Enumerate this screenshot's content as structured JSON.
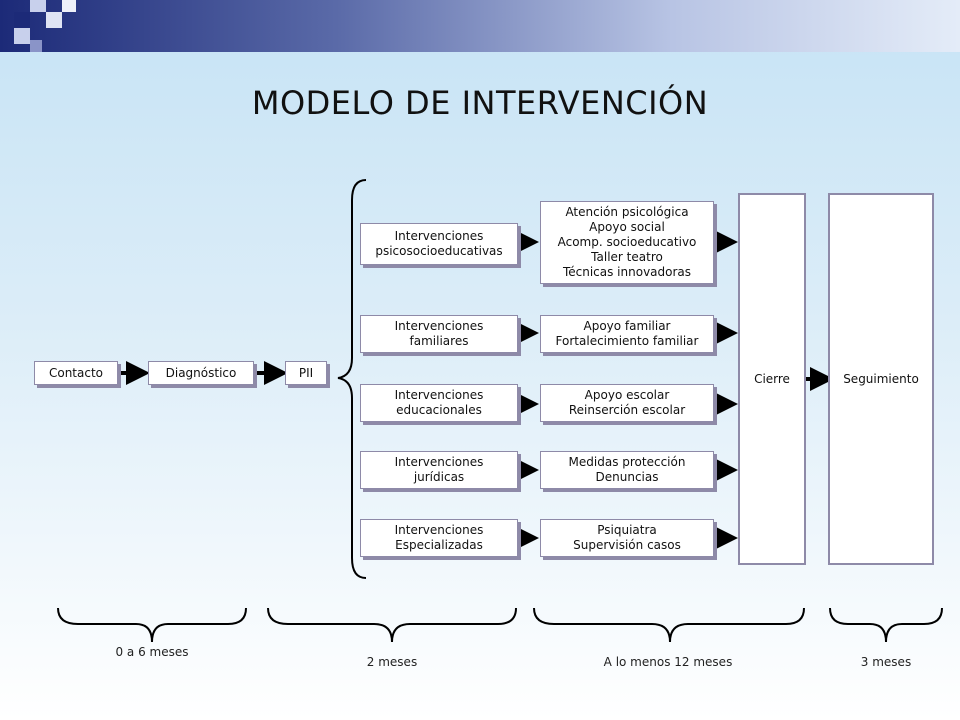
{
  "colors": {
    "header_dark": "#1c2a78",
    "box_border": "#8e8aa8",
    "arrow": "#000000"
  },
  "title": "MODELO DE INTERVENCIÓN",
  "flow": {
    "contacto": "Contacto",
    "diagnostico": "Diagnóstico",
    "pii": "PII",
    "cierre": "Cierre",
    "seguimiento": "Seguimiento"
  },
  "interventions": [
    {
      "type": "Intervenciones\npsicosocioeducativas",
      "actions": "Atención psicológica\nApoyo social\nAcomp. socioeducativo\nTaller teatro\nTécnicas innovadoras"
    },
    {
      "type": "Intervenciones\nfamiliares",
      "actions": "Apoyo familiar\nFortalecimiento familiar"
    },
    {
      "type": "Intervenciones\neducacionales",
      "actions": "Apoyo escolar\nReinserción escolar"
    },
    {
      "type": "Intervenciones\njurídicas",
      "actions": "Medidas protección\nDenuncias"
    },
    {
      "type": "Intervenciones\nEspecializadas",
      "actions": "Psiquiatra\nSupervisión casos"
    }
  ],
  "durations": [
    "0 a 6 meses",
    "2 meses",
    "A lo menos 12 meses",
    "3 meses"
  ]
}
